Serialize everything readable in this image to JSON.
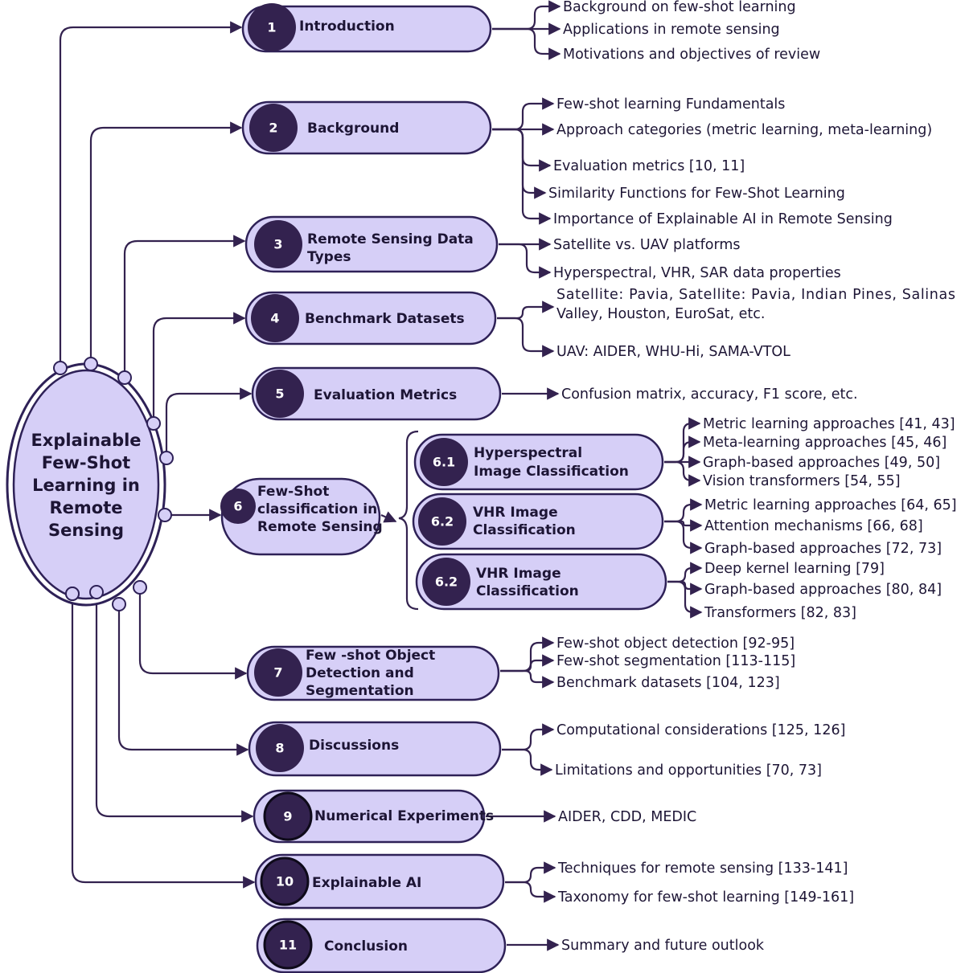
{
  "root": {
    "lines": [
      "Explainable",
      "Few-Shot",
      "Learning in",
      "Remote",
      "Sensing"
    ]
  },
  "sections": [
    {
      "num": "1",
      "title_lines": [
        "Introduction"
      ],
      "items": [
        "Background on few-shot learning",
        "Applications in remote sensing",
        "Motivations and objectives of review"
      ]
    },
    {
      "num": "2",
      "title_lines": [
        "Background"
      ],
      "items": [
        "Few-shot learning Fundamentals",
        "Approach categories (metric learning, meta-learning)",
        "Evaluation metrics [10, 11]",
        "Similarity Functions for Few-Shot Learning",
        "Importance of Explainable AI in Remote Sensing"
      ]
    },
    {
      "num": "3",
      "title_lines": [
        "Remote Sensing Data",
        "Types"
      ],
      "items": [
        "Satellite vs. UAV platforms",
        "Hyperspectral, VHR, SAR data properties"
      ]
    },
    {
      "num": "4",
      "title_lines": [
        "Benchmark Datasets"
      ],
      "items": [
        "Satellite: Pavia, Satellite: Pavia, Indian Pines, Salinas Valley, Houston, EuroSat, etc.",
        "UAV: AIDER, WHU-Hi, SAMA-VTOL"
      ]
    },
    {
      "num": "5",
      "title_lines": [
        "Evaluation Metrics"
      ],
      "items": [
        "Confusion matrix, accuracy, F1 score, etc."
      ]
    },
    {
      "num": "6",
      "title_lines": [
        "Few-Shot",
        "classification in",
        "Remote Sensing"
      ],
      "subsections": [
        {
          "num": "6.1",
          "title_lines": [
            "Hyperspectral",
            "Image Classification"
          ],
          "items": [
            "Metric learning approaches [41, 43]",
            "Meta-learning approaches [45, 46]",
            "Graph-based approaches [49, 50]",
            "Vision transformers [54, 55]"
          ]
        },
        {
          "num": "6.2",
          "title_lines": [
            "VHR Image",
            "Classification"
          ],
          "items": [
            "Metric learning approaches [64, 65]",
            "Attention mechanisms [66, 68]",
            "Graph-based approaches [72, 73]"
          ]
        },
        {
          "num": "6.2",
          "title_lines": [
            "VHR Image",
            "Classification"
          ],
          "items": [
            "Deep kernel learning [79]",
            "Graph-based approaches [80, 84]",
            "Transformers [82, 83]"
          ]
        }
      ]
    },
    {
      "num": "7",
      "title_lines": [
        "Few -shot Object",
        "Detection and",
        "Segmentation"
      ],
      "items": [
        "Few-shot object detection [92-95]",
        "Few-shot segmentation [113-115]",
        "Benchmark datasets [104, 123]"
      ]
    },
    {
      "num": "8",
      "title_lines": [
        "Discussions"
      ],
      "items": [
        "Computational considerations [125, 126]",
        "Limitations and opportunities [70, 73]"
      ]
    },
    {
      "num": "9",
      "title_lines": [
        "Numerical Experiments"
      ],
      "items": [
        "AIDER, CDD, MEDIC"
      ]
    },
    {
      "num": "10",
      "title_lines": [
        "Explainable AI"
      ],
      "items": [
        "Techniques for remote sensing [133-141]",
        "Taxonomy for few-shot learning [149-161]"
      ]
    },
    {
      "num": "11",
      "title_lines": [
        "Conclusion"
      ],
      "items": [
        "Summary and future outlook"
      ]
    }
  ],
  "colors": {
    "fill": "#d6cff7",
    "stroke": "#2e2157",
    "number_circle": "#33224f"
  },
  "icons": {
    "arrowhead": "arrow-right-icon",
    "connector": "connector-dot-icon"
  }
}
